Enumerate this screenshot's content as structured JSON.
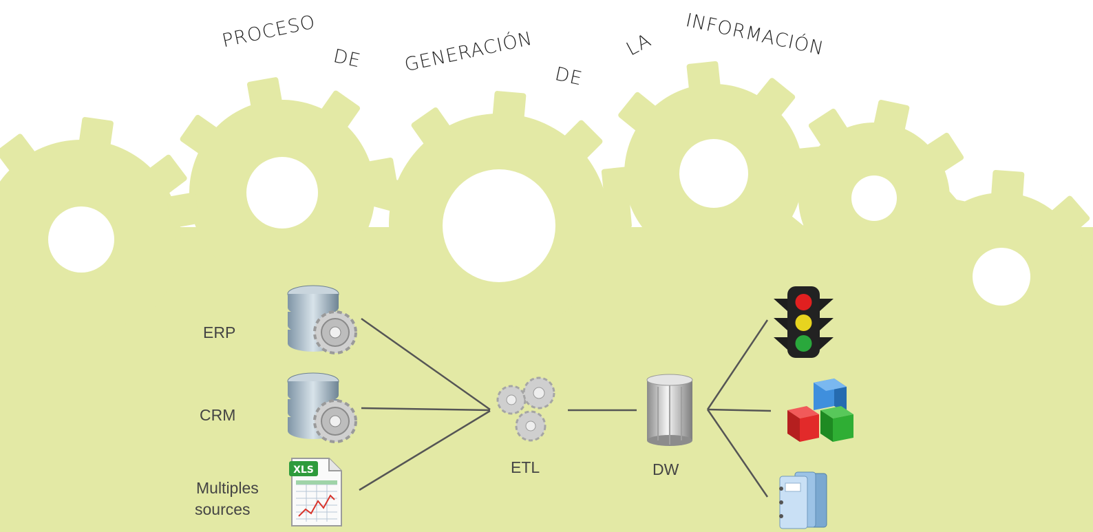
{
  "title": {
    "words": [
      "PROCESO",
      "DE",
      "GENERACIÓN",
      "DE",
      "LA",
      "INFORMACIÓN"
    ]
  },
  "sources": {
    "erp": "ERP",
    "crm": "CRM",
    "multi_line1": "Multiples",
    "multi_line2": "sources"
  },
  "stages": {
    "etl": "ETL",
    "dw": "DW"
  },
  "icons": {
    "erp": "database-gear-icon",
    "crm": "database-gear-icon",
    "multi": "xls-spreadsheet-icon",
    "etl": "gears-icon",
    "dw": "data-warehouse-cylinder-icon",
    "out1": "traffic-light-icon",
    "out2": "olap-cubes-icon",
    "out3": "report-binders-icon"
  },
  "colors": {
    "gear_fill": "#e3e9a5",
    "connector": "#555555",
    "background": "#ffffff"
  }
}
